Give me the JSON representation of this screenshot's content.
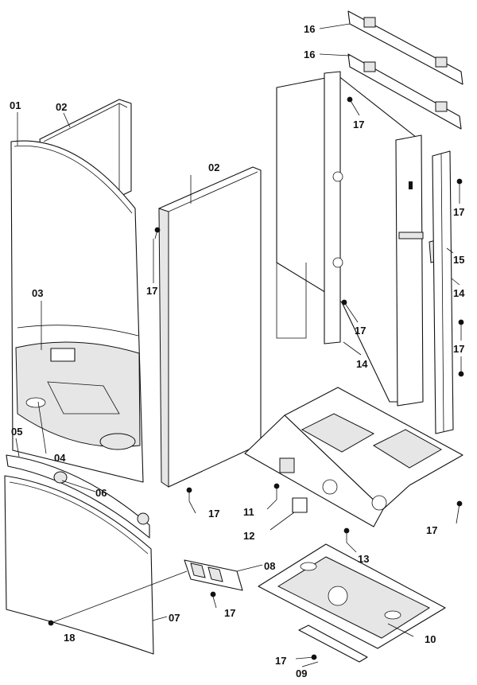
{
  "parts": [
    {
      "id": "p01",
      "label": "01"
    },
    {
      "id": "p02a",
      "label": "02"
    },
    {
      "id": "p02b",
      "label": "02"
    },
    {
      "id": "p03",
      "label": "03"
    },
    {
      "id": "p04",
      "label": "04"
    },
    {
      "id": "p05",
      "label": "05"
    },
    {
      "id": "p06",
      "label": "06"
    },
    {
      "id": "p07",
      "label": "07"
    },
    {
      "id": "p08",
      "label": "08"
    },
    {
      "id": "p09",
      "label": "09"
    },
    {
      "id": "p10",
      "label": "10"
    },
    {
      "id": "p11",
      "label": "11"
    },
    {
      "id": "p12",
      "label": "12"
    },
    {
      "id": "p13",
      "label": "13"
    },
    {
      "id": "p14a",
      "label": "14"
    },
    {
      "id": "p14b",
      "label": "14"
    },
    {
      "id": "p15",
      "label": "15"
    },
    {
      "id": "p16a",
      "label": "16"
    },
    {
      "id": "p16b",
      "label": "16"
    },
    {
      "id": "p17a",
      "label": "17"
    },
    {
      "id": "p17b",
      "label": "17"
    },
    {
      "id": "p17c",
      "label": "17"
    },
    {
      "id": "p17d",
      "label": "17"
    },
    {
      "id": "p17e",
      "label": "17"
    },
    {
      "id": "p17f",
      "label": "17"
    },
    {
      "id": "p17g",
      "label": "17"
    },
    {
      "id": "p17h",
      "label": "17"
    },
    {
      "id": "p17i",
      "label": "17"
    },
    {
      "id": "p18",
      "label": "18"
    }
  ]
}
